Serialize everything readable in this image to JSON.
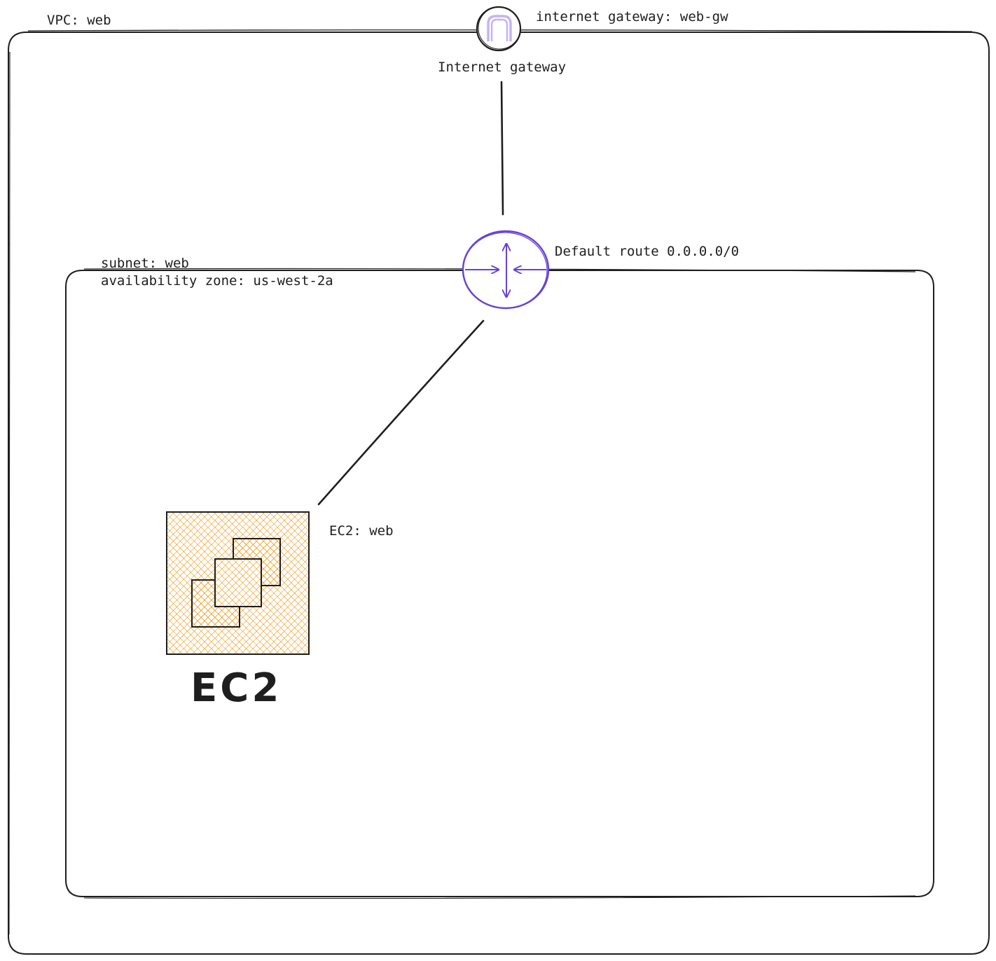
{
  "vpc": {
    "label": "VPC: web"
  },
  "internet_gateway": {
    "name_label": "internet gateway: web-gw",
    "caption": "Internet gateway",
    "icon": "internet-gateway-icon"
  },
  "router": {
    "label": "Default route 0.0.0.0/0",
    "icon": "router-icon",
    "color": "#6741d9"
  },
  "subnet": {
    "name_label": "subnet: web",
    "az_label": "availability zone: us-west-2a"
  },
  "ec2": {
    "name_label": "EC2: web",
    "caption": "EC2",
    "icon": "ec2-instance-icon",
    "fill_color": "#f08c00"
  },
  "colors": {
    "stroke": "#1e1e1e",
    "router": "#6741d9",
    "gateway_inner": "#c5b3f6",
    "ec2_hatch": "#f08c00"
  }
}
